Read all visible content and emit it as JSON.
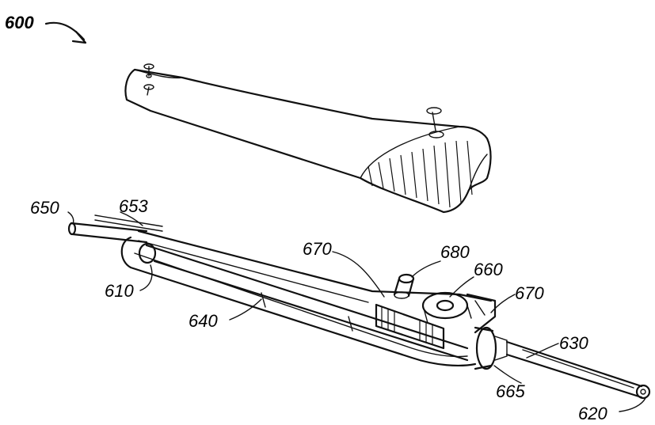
{
  "figure": {
    "ref_main": "600",
    "labels": {
      "l650": "650",
      "l653": "653",
      "l610": "610",
      "l640": "640",
      "l670a": "670",
      "l680": "680",
      "l660": "660",
      "l670b": "670",
      "l630": "630",
      "l665": "665",
      "l620": "620"
    }
  }
}
